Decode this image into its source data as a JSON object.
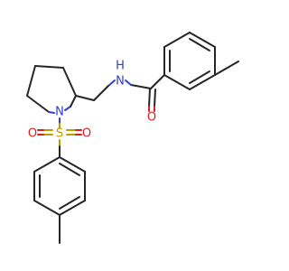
{
  "molecule": {
    "atoms": {
      "amide_nh": "N",
      "amide_h": "H",
      "carbonyl_o": "O",
      "ring_n": "N",
      "sulfur": "S",
      "sulfonyl_o_left": "O",
      "sulfonyl_o_right": "O"
    },
    "colors": {
      "bond": "#262626",
      "nitrogen": "#2f3fd1",
      "oxygen": "#d61f1f",
      "sulfur": "#b79f00"
    }
  }
}
